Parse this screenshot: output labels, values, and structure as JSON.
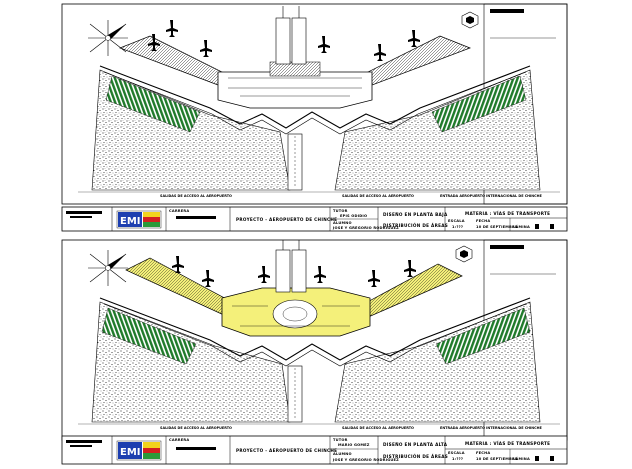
{
  "sheets": [
    {
      "id": "top",
      "road_label_left": "SALIDAS DE ACCESO AL AEROPUERTO",
      "road_label_mid": "SALIDAS DE ACCESO AL AEROPUERTO",
      "road_label_right": "ENTRADA AEROPUERTO INTERNACIONAL DE CHINCHE",
      "title_block": {
        "logo": "EMI",
        "carrera_label": "CARRERA",
        "project": "PROYECTO - AEROPUERTO DE CHINCHE",
        "tutor_label": "TUTOR",
        "tutor_name": "EPIS ODIDIO",
        "author_label": "ALUMNO",
        "author_name": "JOSE Y GREGORIO RODRIGUEZ",
        "plan_title_1": "DISEÑO EN PLANTA BAJA",
        "plan_title_2": "DISTRIBUCIÓN DE ÁREAS",
        "materia": "MATERIA : VÍAS DE TRANSPORTE",
        "escala_label": "ESCALA",
        "escala_value": "1:???",
        "fecha_label": "FECHA",
        "fecha_value": "10 DE SEPTIEMBRE",
        "lamina_label": "LÁMINA"
      }
    },
    {
      "id": "bottom",
      "road_label_left": "SALIDAS DE ACCESO AL AEROPUERTO",
      "road_label_mid": "SALIDAS DE ACCESO AL AEROPUERTO",
      "road_label_right": "ENTRADA AEROPUERTO INTERNACIONAL DE CHINCHE",
      "title_block": {
        "logo": "EMI",
        "carrera_label": "CARRERA",
        "project": "PROYECTO - AEROPUERTO DE CHINCHE",
        "tutor_label": "TUTOR",
        "tutor_name": "MARIO GOMEZ",
        "author_label": "ALUMNO",
        "author_name": "JOSE Y GREGORIO RODRIGUEZ",
        "plan_title_1": "DISEÑO EN PLANTA ALTA",
        "plan_title_2": "DISTRIBUCIÓN DE ÁREAS",
        "materia": "MATERIA : VÍAS DE TRANSPORTE",
        "escala_label": "ESCALA",
        "escala_value": "1:???",
        "fecha_label": "FECHA",
        "fecha_value": "10 DE SEPTIEMBRE",
        "lamina_label": "LÁMINA"
      }
    }
  ],
  "colors": {
    "line": "#000000",
    "parking_green": "#1f7a2a",
    "highlight_yellow": "#f4f07a",
    "logo_blue": "#1d3fb0",
    "logo_red": "#d22020",
    "logo_yellow": "#f2d41c",
    "logo_green": "#2a9a3a",
    "background": "#ffffff"
  }
}
